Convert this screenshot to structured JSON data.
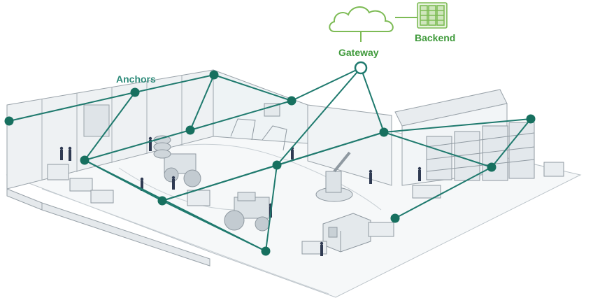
{
  "labels": {
    "anchors": "Anchors",
    "gateway": "Gateway",
    "backend": "Backend"
  },
  "colors": {
    "network_line": "#1f7a6e",
    "anchor_node": "#17705f",
    "cloud_backend": "#7dbb55",
    "label_green": "#3f9a3b",
    "building_line": "#9aa3aa",
    "building_fill": "#eef1f3"
  },
  "icons": {
    "cloud": "cloud-icon",
    "backend": "server-icon",
    "gateway": "gateway-node",
    "anchor": "anchor-node"
  }
}
